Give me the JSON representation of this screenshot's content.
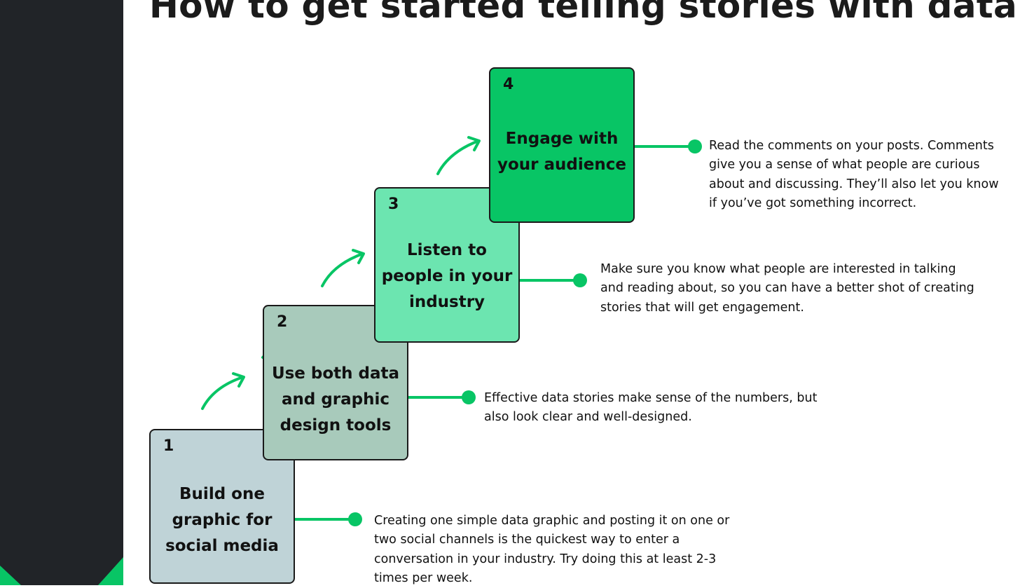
{
  "title": "How to get started telling stories with data",
  "colors": {
    "sidebar": "#212428",
    "accent_green": "#08c565",
    "step1": "#bfd3d7",
    "step2": "#a8cabb",
    "step3": "#6ce5b0",
    "step4": "#08c565"
  },
  "steps": [
    {
      "number": "1",
      "title": "Build one graphic for social media",
      "description": "Creating one simple data graphic and posting it on one or two social channels is the quickest way to enter a conversation in your industry. Try doing this at least 2-3 times per week."
    },
    {
      "number": "2",
      "title": "Use both data and graphic design tools",
      "description": "Effective data stories make sense of the numbers, but also look clear and well-designed."
    },
    {
      "number": "3",
      "title": "Listen to people in your industry",
      "description": "Make sure you know what people are interested in talking and reading about, so you can have a better shot of creating stories that will get engagement."
    },
    {
      "number": "4",
      "title": "Engage with your audience",
      "description": "Read the comments on your posts. Comments give you a sense of what people are curious about and discussing. They’ll also let you know if you’ve got something incorrect."
    }
  ],
  "icons": {
    "step_arrow": "curved-arrow-icon",
    "connector_dot": "dot-icon"
  }
}
